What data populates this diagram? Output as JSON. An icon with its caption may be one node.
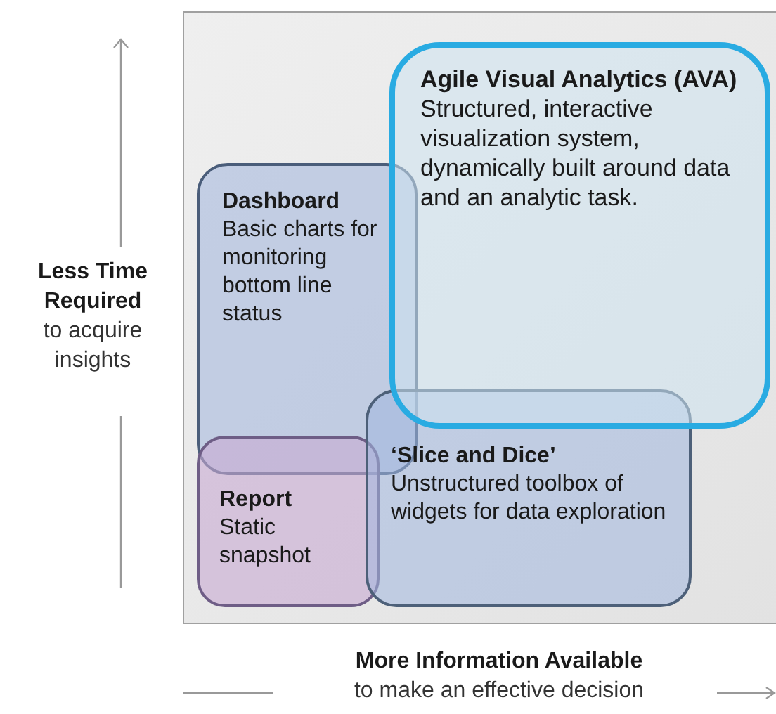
{
  "diagram": {
    "nodes": [
      {
        "text": [
          "Agile Visual Analytics (AVA)",
          "Structured, interactive visualization system, dynamically built around data and an analytic task."
        ]
      },
      {
        "text": [
          "Dashboard",
          "Basic charts for monitoring bottom line status"
        ]
      },
      {
        "text": [
          "‘Slice and Dice’",
          "Unstructured toolbox of widgets for data exploration"
        ]
      },
      {
        "text": [
          "Report",
          "Static snapshot"
        ]
      }
    ],
    "labels": [
      "Less Time Required",
      "to acquire insights",
      "More Information Available",
      "to make an effective decision"
    ]
  }
}
